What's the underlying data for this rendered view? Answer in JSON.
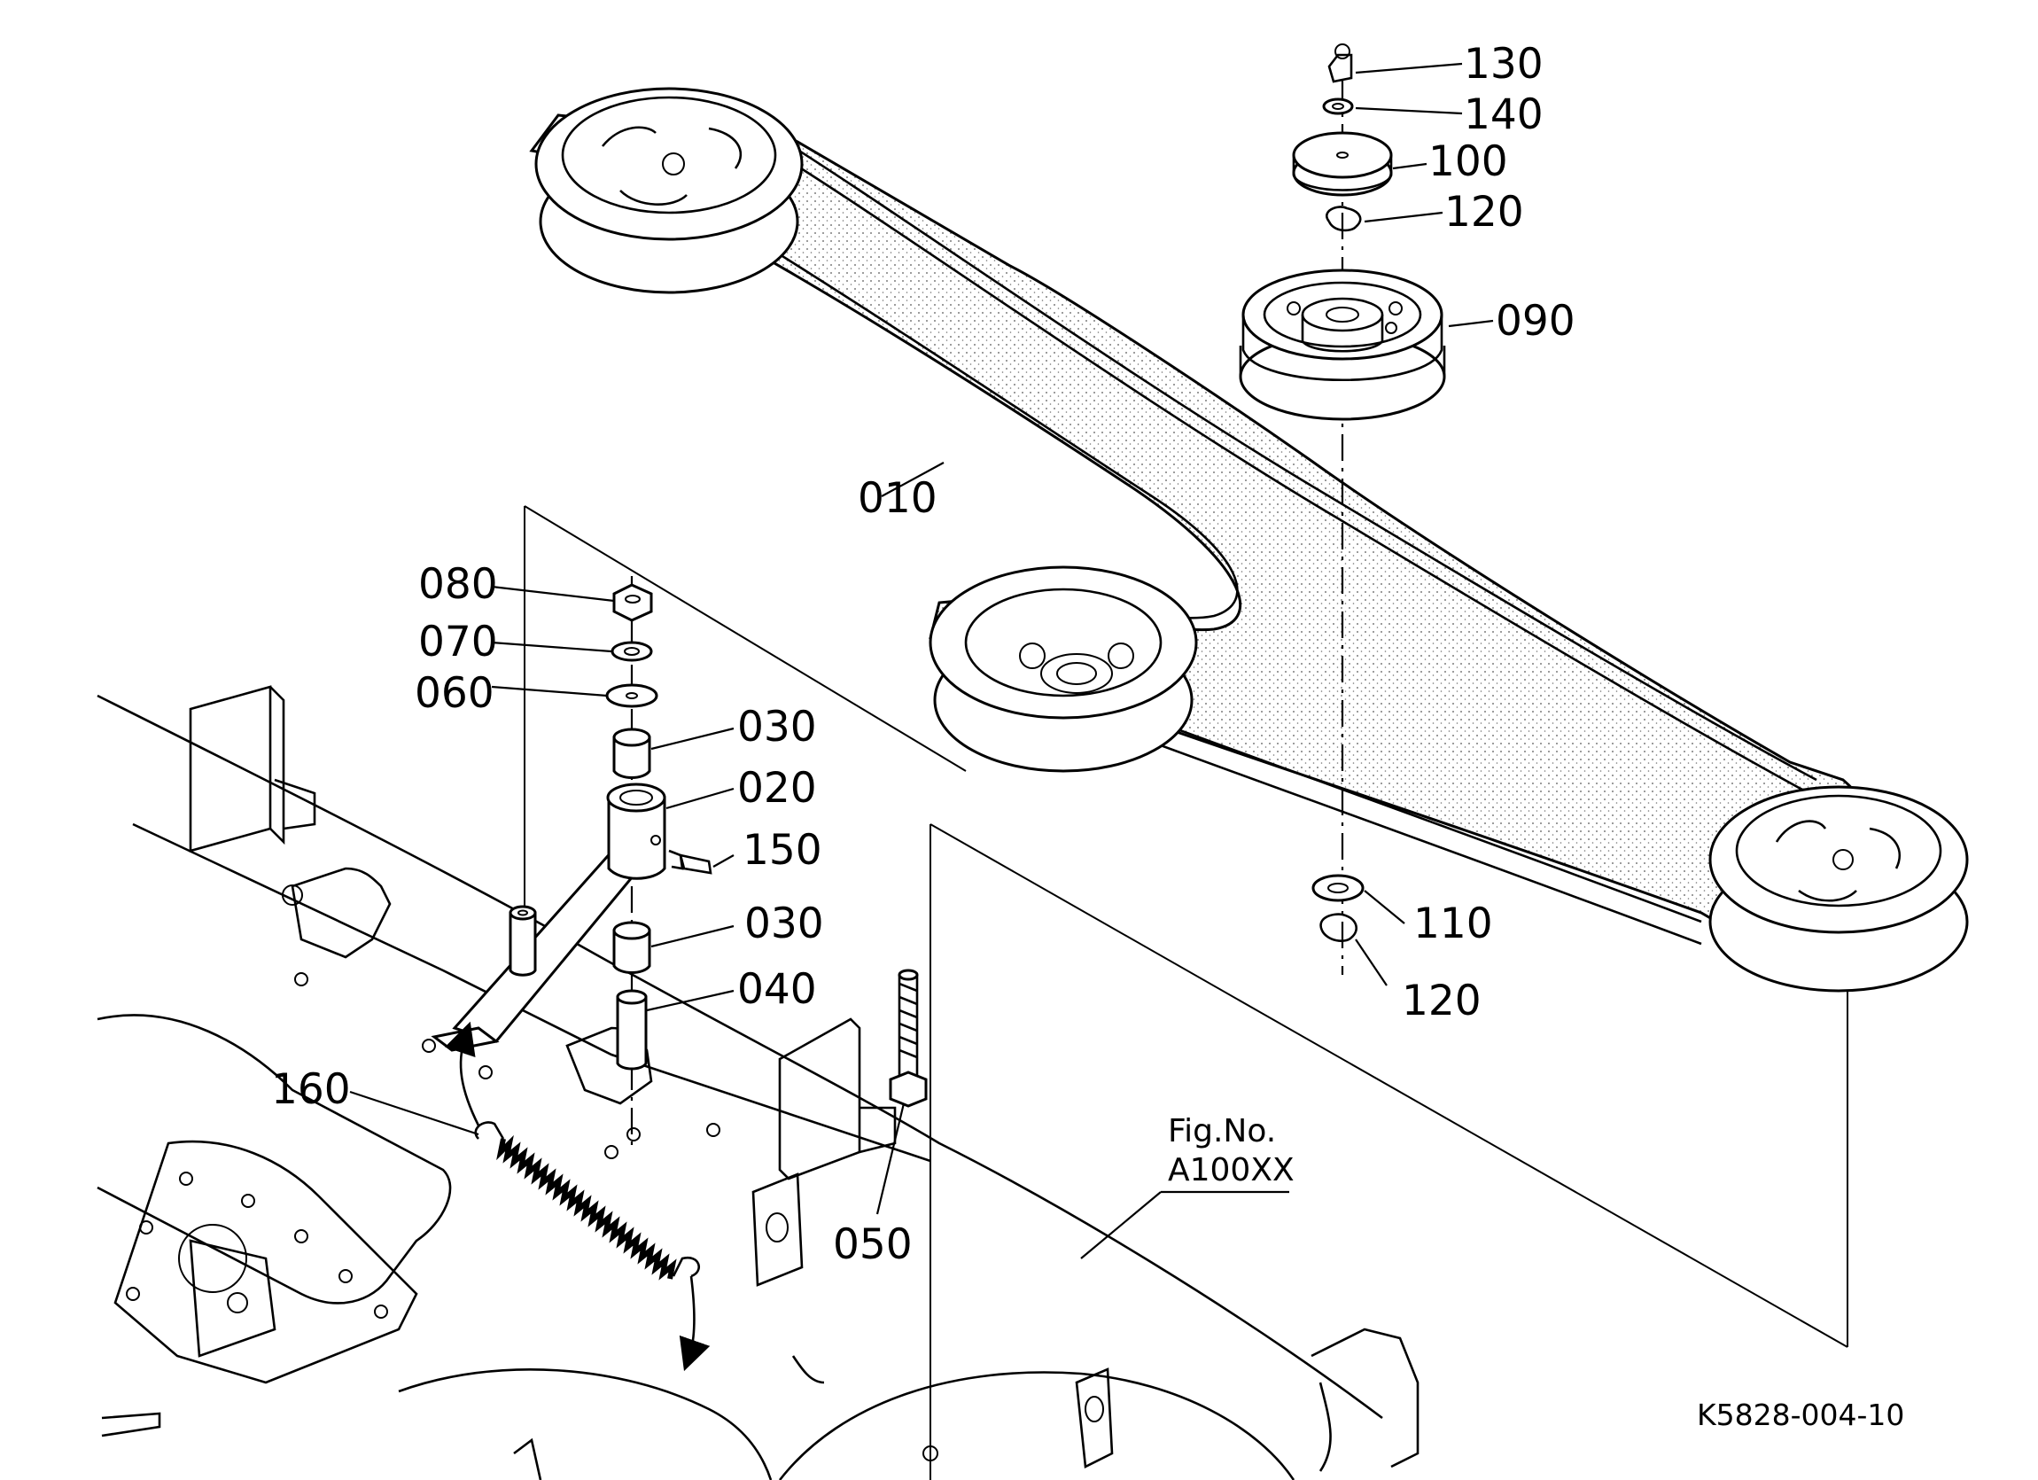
{
  "figure": {
    "fig_label": "Fig.No.",
    "fig_number": "A100XX",
    "drawing_ref": "K5828-004-10"
  },
  "callouts": {
    "c010": "010",
    "c020": "020",
    "c030a": "030",
    "c030b": "030",
    "c040": "040",
    "c050": "050",
    "c060": "060",
    "c070": "070",
    "c080": "080",
    "c090": "090",
    "c100": "100",
    "c110": "110",
    "c120a": "120",
    "c120b": "120",
    "c130": "130",
    "c140": "140",
    "c150": "150",
    "c160": "160"
  }
}
